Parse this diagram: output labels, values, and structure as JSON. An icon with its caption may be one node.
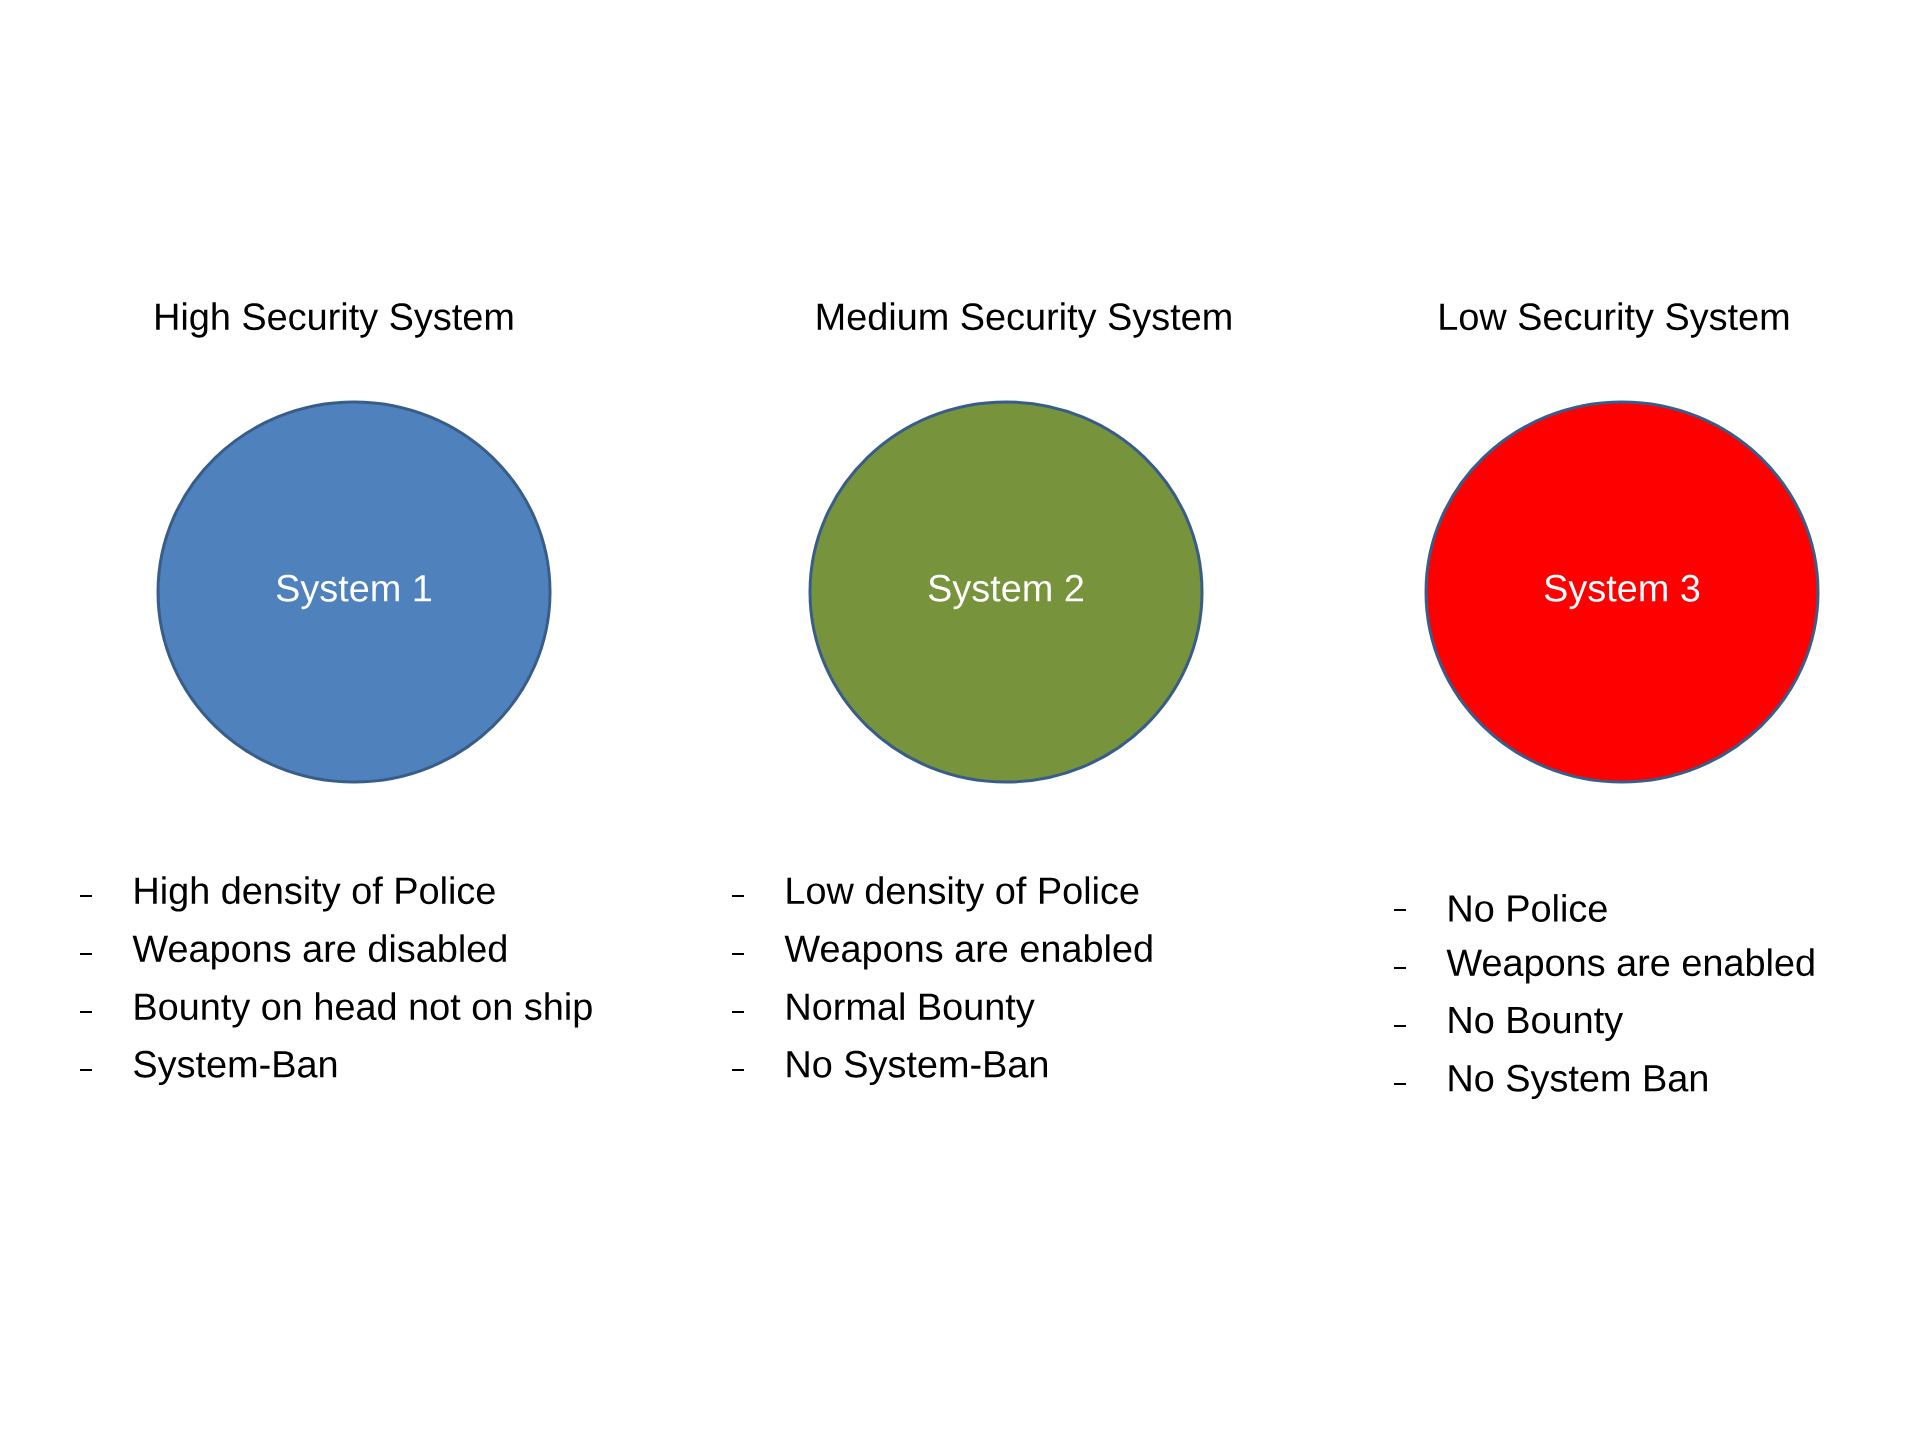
{
  "diagram": {
    "nodes": [
      {
        "text": [
          "High Security System",
          "System 1"
        ],
        "beside": [
          "High density of Police",
          "Weapons are disabled",
          "Bounty on head not on ship",
          "System-Ban"
        ]
      },
      {
        "text": [
          "Medium Security System",
          "System 2"
        ],
        "beside": [
          "Low density of Police",
          "Weapons are enabled",
          "Normal Bounty",
          "No System-Ban"
        ]
      },
      {
        "text": [
          "Low Security System",
          "System 3"
        ],
        "beside": [
          "No Police",
          "Weapons are enabled",
          "No Bounty",
          "No System Ban"
        ]
      }
    ]
  }
}
